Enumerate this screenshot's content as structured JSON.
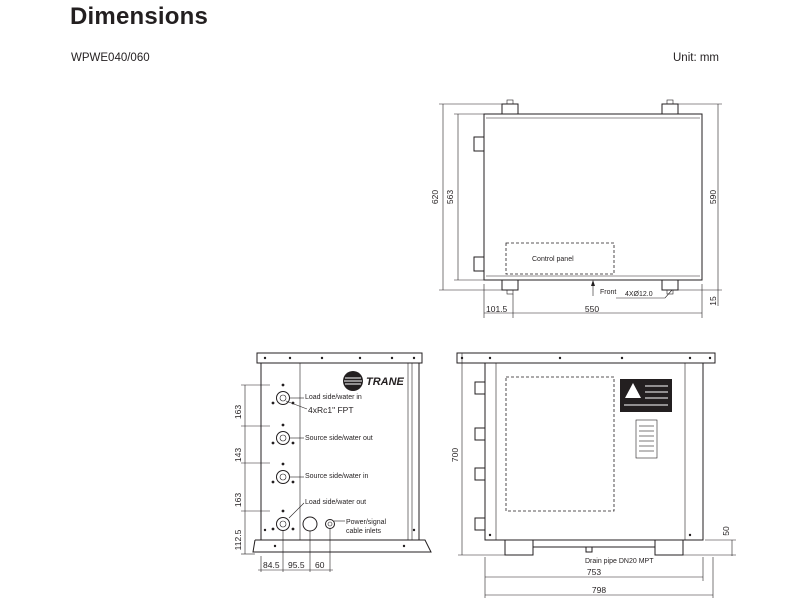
{
  "page": {
    "title": "Dimensions",
    "model": "WPWE040/060",
    "unit": "Unit: mm"
  },
  "top_view": {
    "dims": {
      "height_outer": "620",
      "height_inner": "563",
      "height_right": "590",
      "bottom_right": "15",
      "left_offset": "101.5",
      "width": "550"
    },
    "control_panel": "Control panel",
    "front": "Front",
    "holes": "4XØ12.0"
  },
  "side_view": {
    "brand": "TRANE",
    "ports": {
      "load_in": "Load side/water in",
      "thread": "4xRc1\" FPT",
      "source_out": "Source side/water out",
      "source_in": "Source side/water in",
      "load_out": "Load side/water out",
      "power": "Power/signal",
      "cable": "cable inlets"
    },
    "dims": {
      "v1": "163",
      "v2": "143",
      "v3": "163",
      "v4": "112.5",
      "h1": "84.5",
      "h2": "95.5",
      "h3": "60"
    }
  },
  "front_view": {
    "dims": {
      "height": "700",
      "base": "50",
      "inner_width": "753",
      "outer_width": "798"
    },
    "drain": "Drain pipe DN20 MPT"
  }
}
